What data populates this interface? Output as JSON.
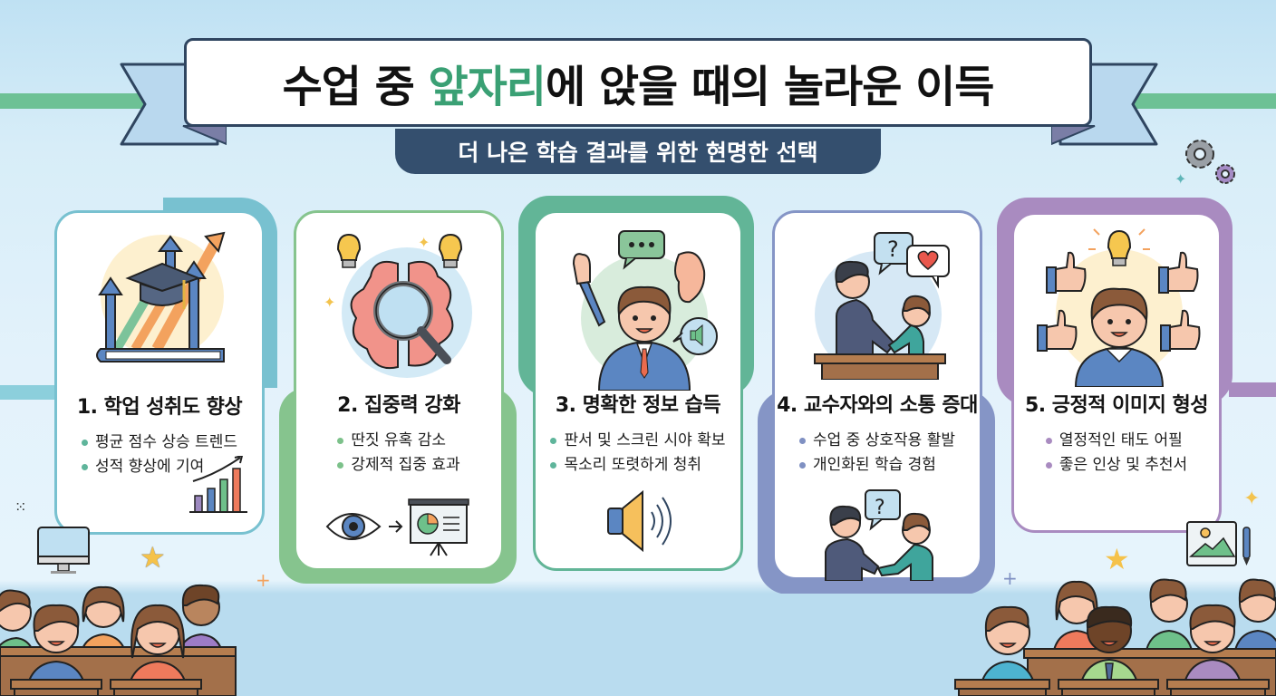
{
  "header": {
    "title_pre": "수업 중 ",
    "title_highlight": "앞자리",
    "title_post": "에 앉을 때의 놀라운 이득",
    "subtitle": "더 나은 학습 결과를 위한 현명한 선택"
  },
  "cards": [
    {
      "title": "1. 학업 성취도 향상",
      "bullets": [
        "평균 점수 상승 트렌드",
        "성적 향상에 기여"
      ],
      "icon": "graduation-cap-rising-arrows",
      "mini_icon": "bar-chart-rising",
      "accent": "#78c1d0"
    },
    {
      "title": "2. 집중력 강화",
      "bullets": [
        "딴짓 유혹 감소",
        "강제적 집중 효과"
      ],
      "icon": "brain-magnifier",
      "mini_icon": "eye-to-presentation",
      "accent": "#86c48e"
    },
    {
      "title": "3. 명확한 정보 습득",
      "bullets": [
        "판서 및 스크린 시야 확보",
        "목소리 또렷하게 청취"
      ],
      "icon": "student-raising-hand",
      "mini_icon": "speaker",
      "accent": "#62b597"
    },
    {
      "title": "4. 교수자와의 소통 증대",
      "bullets": [
        "수업 중 상호작용 활발",
        "개인화된 학습 경험"
      ],
      "icon": "teacher-student-handshake",
      "mini_icon": "handshake-question",
      "accent": "#8595c6"
    },
    {
      "title": "5. 긍정적 이미지 형성",
      "bullets": [
        "열정적인 태도 어필",
        "좋은 인상 및 추천서"
      ],
      "icon": "student-thumbs-up",
      "mini_icon": "picture-frame",
      "accent": "#a98bc0"
    }
  ],
  "colors": {
    "title_highlight": "#3aa074",
    "subtitle_bg": "#344f6e",
    "stripe": "#6dc195",
    "background": "#d7edf8"
  }
}
